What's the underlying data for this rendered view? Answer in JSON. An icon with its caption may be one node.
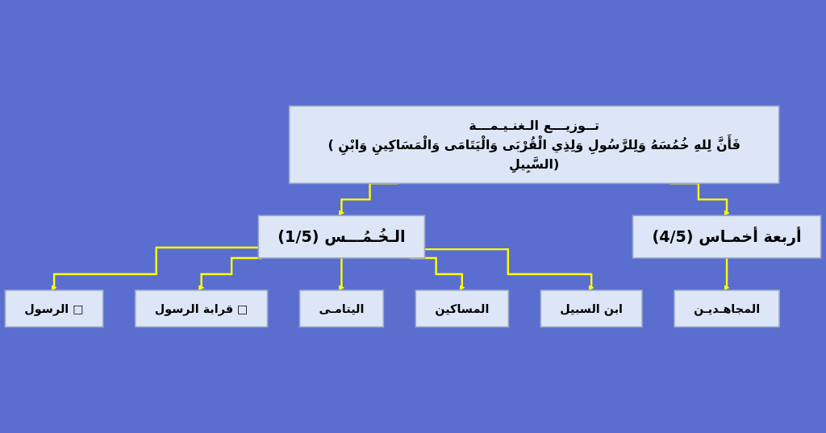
{
  "diagram": {
    "nodes": [
      {
        "text": [
          "تــوزيـــع الـغنـيـمـــة",
          "(فَأَنَّ لِلهِ خُمُسَهُ وَلِلرَّسُولِ وَلِذِي الْقُرْبَى وَالْيَتَامَى وَالْمَسَاكِينِ وَابْنِ السَّبِيلِ)"
        ]
      },
      {
        "text": [
          "الـخُـمُـــس (1/5)"
        ]
      },
      {
        "text": [
          "أربعة أخمـاس (4/5)"
        ]
      },
      {
        "text": [
          "الرسول □"
        ]
      },
      {
        "text": [
          "قرابة الرسول □"
        ]
      },
      {
        "text": [
          "اليتامـى"
        ]
      },
      {
        "text": [
          "المساكين"
        ]
      },
      {
        "text": [
          "ابن السبيل"
        ]
      },
      {
        "text": [
          "المجاهـديـن"
        ]
      }
    ],
    "edges": [
      {
        "from": 0,
        "to": 1,
        "arrow": "to"
      },
      {
        "from": 0,
        "to": 2,
        "arrow": "to"
      },
      {
        "from": 1,
        "to": 3,
        "arrow": "to"
      },
      {
        "from": 1,
        "to": 4,
        "arrow": "to"
      },
      {
        "from": 1,
        "to": 5,
        "arrow": "to"
      },
      {
        "from": 1,
        "to": 6,
        "arrow": "to"
      },
      {
        "from": 1,
        "to": 7,
        "arrow": "to"
      },
      {
        "from": 2,
        "to": 8,
        "arrow": "to"
      }
    ]
  }
}
